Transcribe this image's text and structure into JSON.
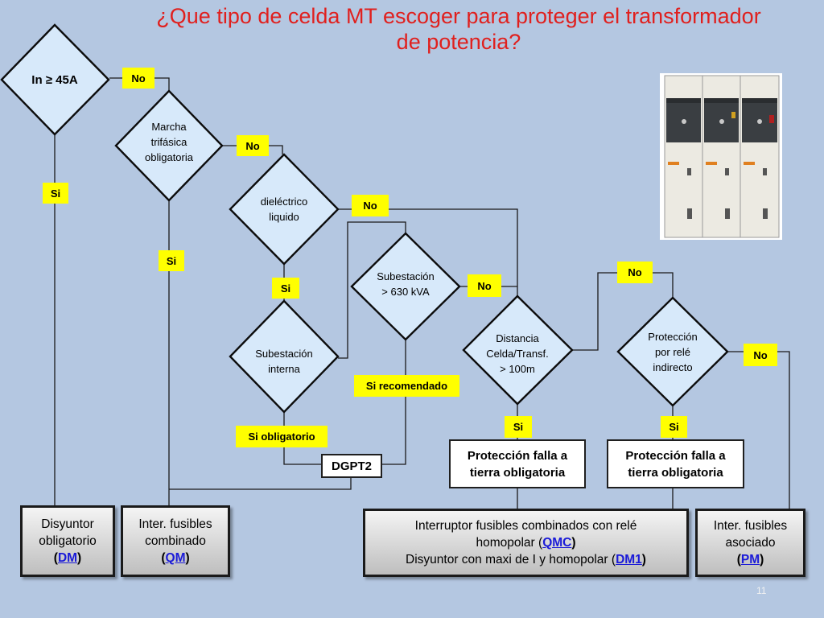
{
  "title": {
    "line1": "¿Que tipo de celda MT escoger para proteger el transformador",
    "line2": "de potencia?"
  },
  "decisions": {
    "in45": "In ≥ 45A",
    "marcha": [
      "Marcha",
      "trifásica",
      "obligatoria"
    ],
    "dielectrico": [
      "dieléctrico",
      "liquido"
    ],
    "subestacion_interna": [
      "Subestación",
      "interna"
    ],
    "subestacion_630": [
      "Subestación",
      "> 630 kVA"
    ],
    "distancia": [
      "Distancia",
      "Celda/Transf.",
      "> 100m"
    ],
    "proteccion_rele": [
      "Protección",
      "por relé",
      "indirecto"
    ]
  },
  "labels": {
    "no": "No",
    "si": "Si",
    "si_recomendado": "Si recomendado",
    "si_obligatorio": "Si obligatorio"
  },
  "boxes": {
    "dgpt2": "DGPT2",
    "proteccion_falla_1": [
      "Protección falla a",
      "tierra  obligatoria"
    ],
    "proteccion_falla_2": [
      "Protección falla a",
      "tierra obligatoria"
    ]
  },
  "results": {
    "disyuntor": {
      "line1": "Disyuntor",
      "line2": "obligatorio",
      "open": "(",
      "code": "DM",
      "close": ")"
    },
    "inter_combinado": {
      "line1": "Inter. fusibles",
      "line2": "combinado",
      "open": "(",
      "code": "QM",
      "close": ")"
    },
    "interruptor_combinado": {
      "line1": "Interruptor fusibles combinados con relé",
      "line2_pre": "homopolar (",
      "line2_code": "QMC",
      "line2_post": ")",
      "line3_pre": "Disyuntor con maxi de I y homopolar (",
      "line3_code": "DM1",
      "line3_post": ")"
    },
    "inter_asociado": {
      "line1": "Inter. fusibles",
      "line2": "asociado",
      "open": "(",
      "code": "PM",
      "close": ")"
    }
  },
  "page_number": "11",
  "colors": {
    "background": "#b4c7e1",
    "title": "#e0201e",
    "diamond_fill": "#d7e9fa",
    "label_fill": "#ffff00",
    "link": "#1a1ad8"
  }
}
